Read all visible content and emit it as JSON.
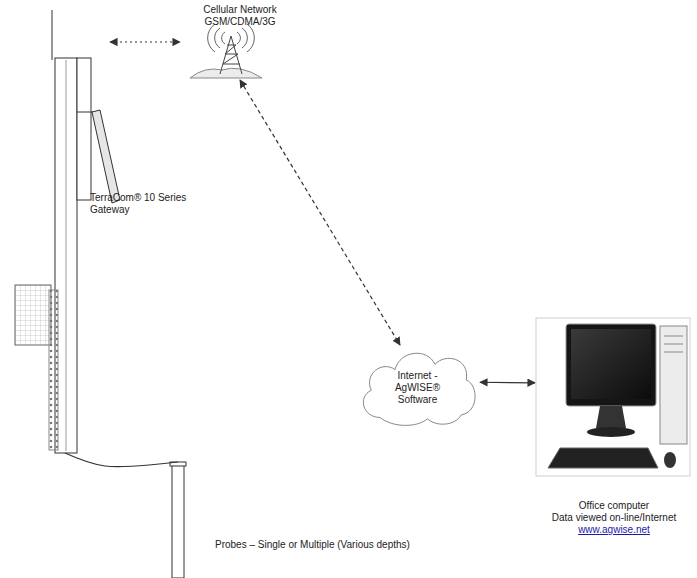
{
  "diagram": {
    "nodes": [
      {
        "text": [
          "Cellular Network",
          "GSM/CDMA/3G"
        ]
      },
      {
        "text": [
          "TerraCom® 10 Series Gateway"
        ]
      },
      {
        "text": [
          "Internet - AgWISE® Software"
        ]
      },
      {
        "text": [
          "Office computer",
          "Data viewed on-line/Internet",
          "www.agwise.net"
        ]
      },
      {
        "text": [
          "Probes – Single or Multiple (Various depths)"
        ]
      }
    ],
    "edges": [
      {
        "from": 1,
        "to": 0,
        "arrow": "both"
      },
      {
        "from": 0,
        "to": 2,
        "arrow": "both"
      },
      {
        "from": 2,
        "to": 3,
        "arrow": "both"
      },
      {
        "from": 1,
        "to": 4,
        "arrow": "none"
      }
    ]
  }
}
